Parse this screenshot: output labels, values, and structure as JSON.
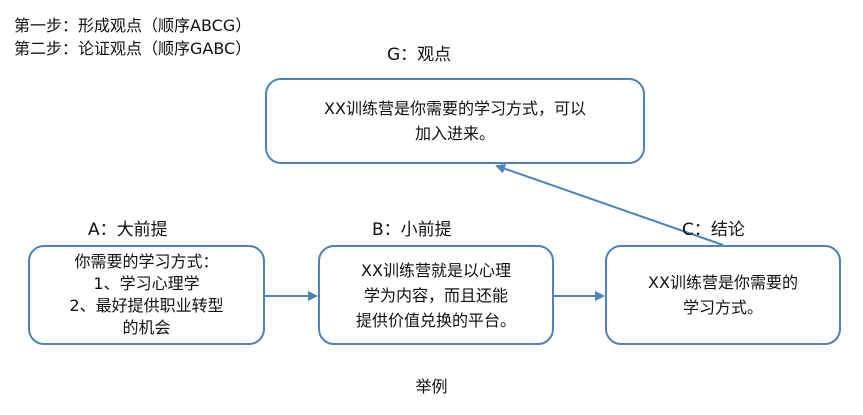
{
  "steps": {
    "step1": "第一步：形成观点（顺序ABCG）",
    "step2": "第二步：论证观点（顺序GABC）"
  },
  "nodes": {
    "g": {
      "label": "G：观点",
      "lines": [
        "XX训练营是你需要的学习方式，可以",
        "加入进来。"
      ]
    },
    "a": {
      "label": "A：大前提",
      "lines": [
        "你需要的学习方式：",
        "1、学习心理学",
        "2、最好提供职业转型",
        "的机会"
      ]
    },
    "b": {
      "label": "B：小前提",
      "lines": [
        "XX训练营就是以心理",
        "学为内容，而且还能",
        "提供价值兑换的平台。"
      ]
    },
    "c": {
      "label": "C：结论",
      "lines": [
        "XX训练营是你需要的",
        "学习方式。"
      ]
    }
  },
  "caption": "举例",
  "colors": {
    "border": "#4f81bd",
    "arrow": "#4f81bd"
  }
}
